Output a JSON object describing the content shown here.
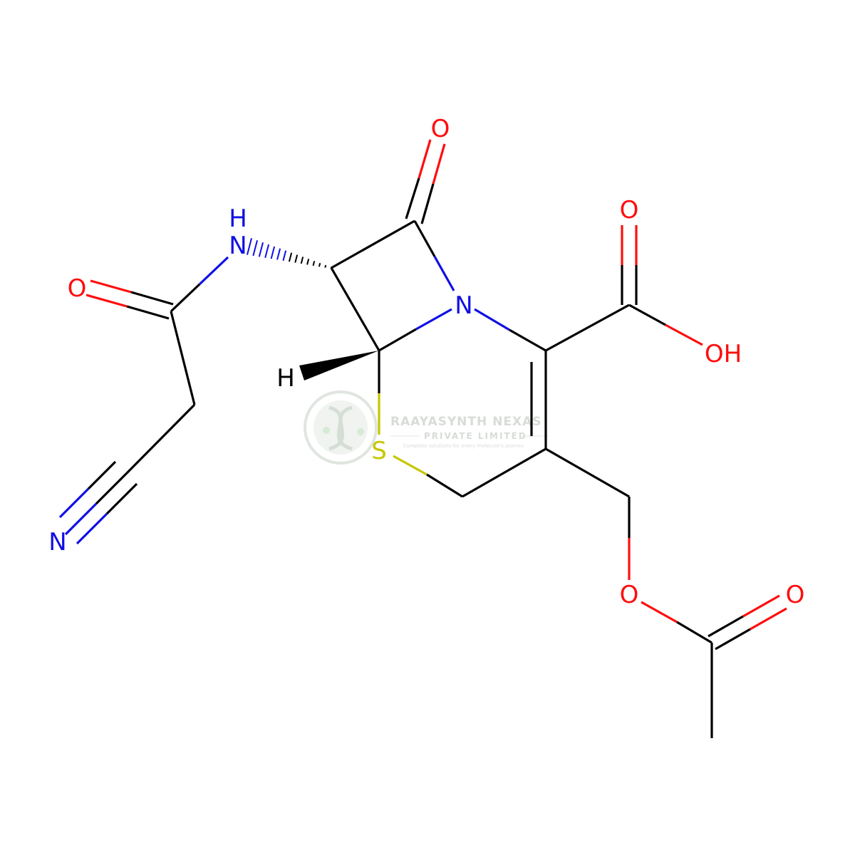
{
  "molecule": {
    "atom_labels": {
      "oxygen": "O",
      "nitrogen": "N",
      "sulfur": "S",
      "hydrogen": "H",
      "amide_nh_n": "N",
      "amide_nh_h": "H",
      "hydroxyl": "OH"
    }
  },
  "watermark": {
    "company": "RAAYASYNTH NEXAS",
    "subtitle": "PRIVATE LIMITED",
    "tagline": "Complete solutions for every molecule's journey"
  },
  "colors": {
    "bond": "#000000",
    "oxygen": "#ff0d0d",
    "nitrogen": "#1010e6",
    "sulfur": "#c6c600",
    "watermark": "#c8d0c8"
  }
}
